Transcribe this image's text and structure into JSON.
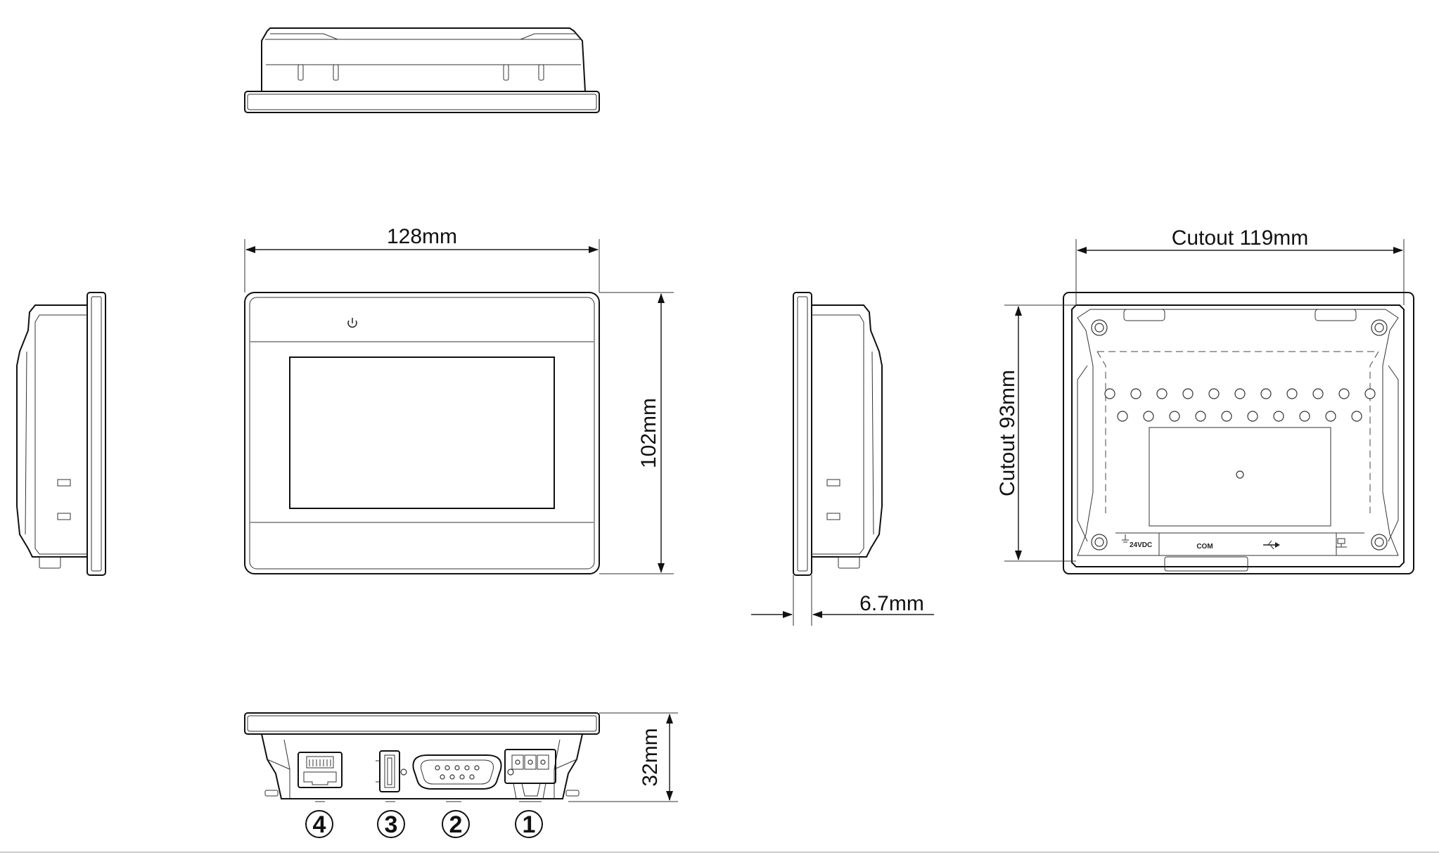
{
  "dimensions": {
    "width_front": "128mm",
    "height_front": "102mm",
    "bezel_depth": "6.7mm",
    "depth_bottom": "32mm",
    "cutout_width": "Cutout 119mm",
    "cutout_height": "Cutout 93mm"
  },
  "rear_labels": {
    "com": "COM",
    "power": "24VDC"
  },
  "ports": [
    {
      "number": "4",
      "name": "ethernet-port"
    },
    {
      "number": "3",
      "name": "usb-port"
    },
    {
      "number": "2",
      "name": "serial-com-port"
    },
    {
      "number": "1",
      "name": "power-terminal"
    }
  ],
  "icons": {
    "power_button": "power-icon",
    "usb_symbol": "usb-icon",
    "network_symbol": "network-icon",
    "ground_symbol": "ground-icon"
  },
  "colors": {
    "line": "#111111",
    "background": "#ffffff"
  }
}
